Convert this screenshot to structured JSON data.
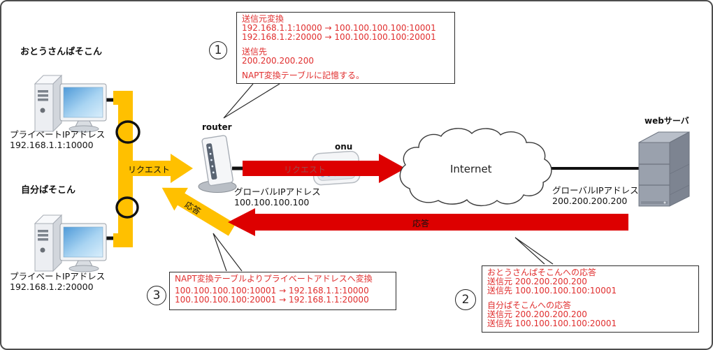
{
  "diagram": {
    "pc1": {
      "title": "おとうさんぱそこん",
      "addr_label": "プライベートIPアドレス",
      "addr": "192.168.1.1:10000"
    },
    "pc2": {
      "title": "自分ぱそこん",
      "addr_label": "プライベートIPアドレス",
      "addr": "192.168.1.2:20000"
    },
    "router": {
      "label": "router",
      "global_label": "グローバルIPアドレス",
      "global_ip": "100.100.100.100"
    },
    "onu": {
      "label": "onu"
    },
    "internet": {
      "label": "Internet"
    },
    "webserver": {
      "label": "webサーバ",
      "global_label": "グローバルIPアドレス",
      "global_ip": "200.200.200.200"
    },
    "arrows": {
      "request_lan": "リクエスト",
      "request_wan": "リクエスト",
      "response_lan": "応答",
      "response_wan": "応答"
    }
  },
  "notes": {
    "note1": {
      "number": "1",
      "lines": [
        "送信元変換",
        "192.168.1.1:10000 → 100.100.100.100:10001",
        "192.168.1.2:20000 → 100.100.100.100:20001",
        "",
        "送信先",
        "200.200.200.200",
        "",
        "NAPT変換テーブルに記憶する。"
      ]
    },
    "note2": {
      "number": "2",
      "lines": [
        "おとうさんぱそこんへの応答",
        "送信元 200.200.200.200",
        "送信先 100.100.100.100:10001",
        "",
        "自分ぱそこんへの応答",
        "送信元 200.200.200.200",
        "送信先 100.100.100.100:20001"
      ]
    },
    "note3": {
      "number": "3",
      "lines": [
        "NAPT変換テーブルよりプライベートアドレスへ変換",
        "",
        "100.100.100.100:10001 → 192.168.1.1:10000",
        "100.100.100.100:20001 → 192.168.1.1:20000"
      ]
    }
  },
  "colors": {
    "accent_yellow": "#FFC000",
    "accent_red": "#DD0000",
    "note_text": "#E02E2E"
  }
}
